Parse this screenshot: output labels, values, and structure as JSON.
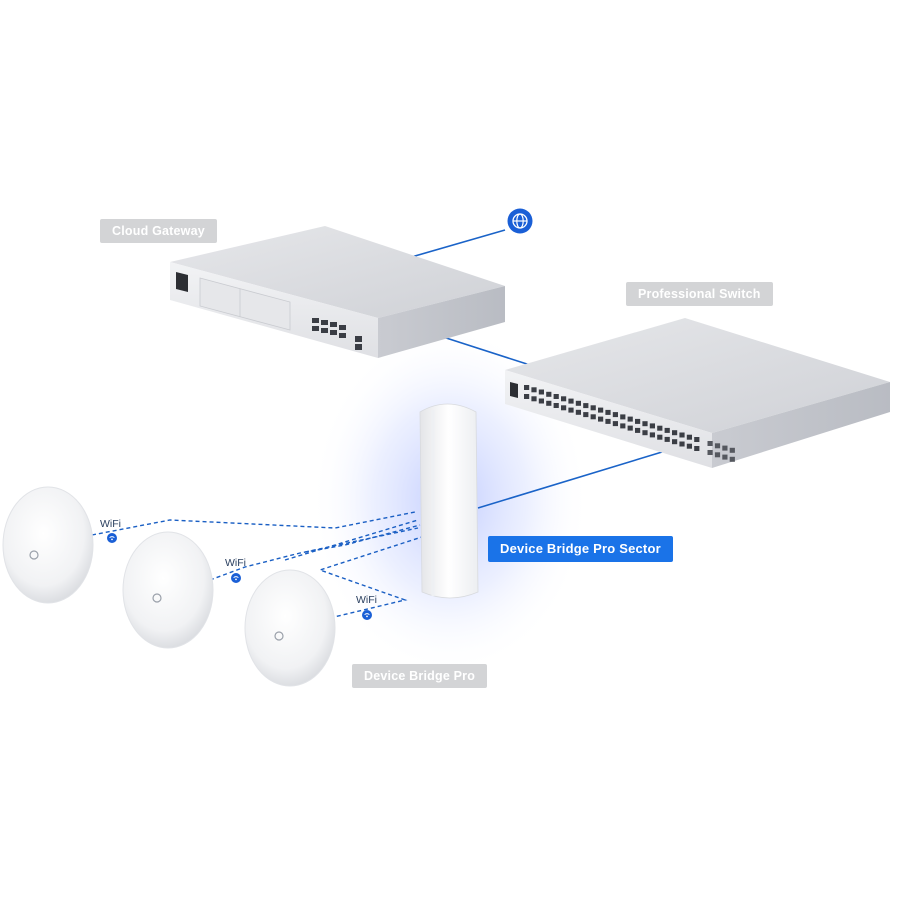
{
  "labels": {
    "cloud_gateway": "Cloud Gateway",
    "professional_switch": "Professional Switch",
    "device_bridge_pro_sector": "Device Bridge Pro Sector",
    "device_bridge_pro": "Device Bridge Pro"
  },
  "wifi_links": [
    {
      "label": "WiFi"
    },
    {
      "label": "WiFi"
    },
    {
      "label": "WiFi"
    }
  ],
  "icons": {
    "internet": "globe-icon",
    "wireless": "wifi-icon"
  },
  "colors": {
    "link_line": "#1a63c8",
    "accent_label": "#1a73e8",
    "neutral_label": "#d3d4d6",
    "device_body": "#d9dbe0",
    "glow": "#b9c6ff"
  }
}
